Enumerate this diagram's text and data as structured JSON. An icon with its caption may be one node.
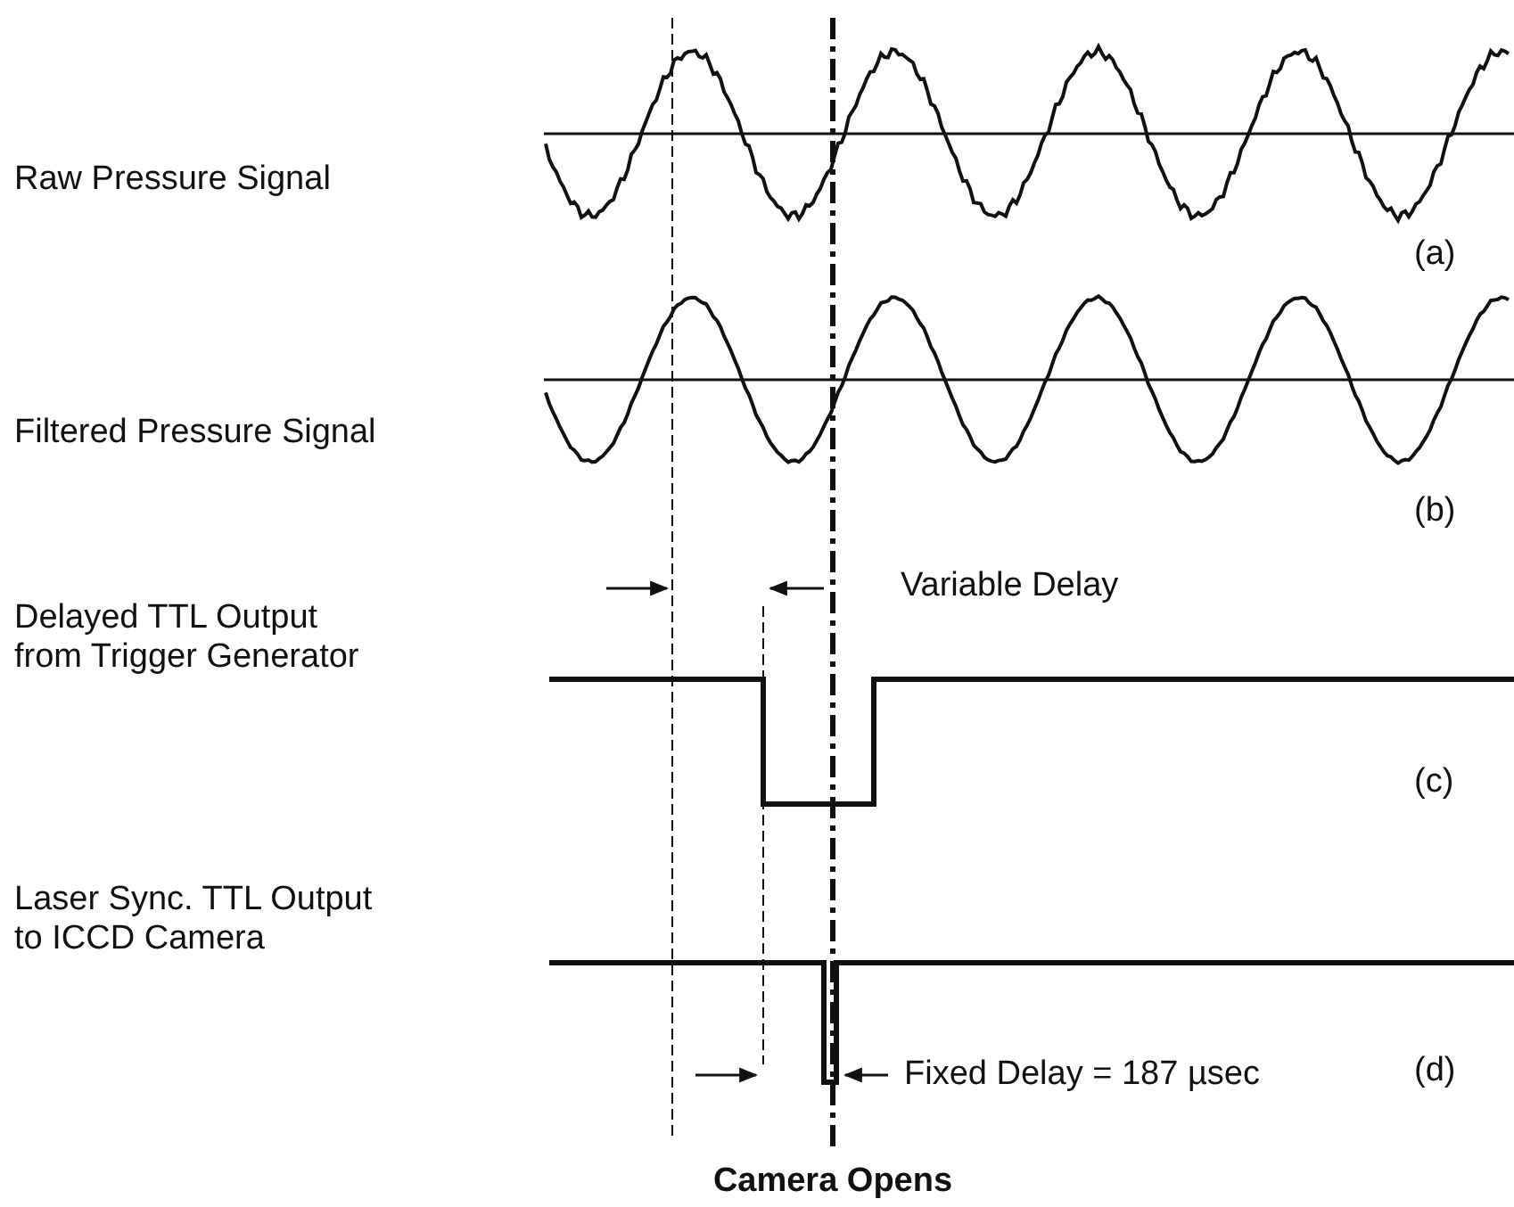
{
  "diagram": {
    "labels": [
      "Raw Pressure Signal",
      "(a)",
      "Filtered Pressure Signal",
      "(b)",
      "Variable Delay",
      "Delayed TTL Output from Trigger Generator",
      "(c)",
      "Fixed Delay = 187 µsec",
      "Laser Sync. TTL Output to ICCD Camera",
      "(d)",
      "Camera Opens"
    ]
  }
}
